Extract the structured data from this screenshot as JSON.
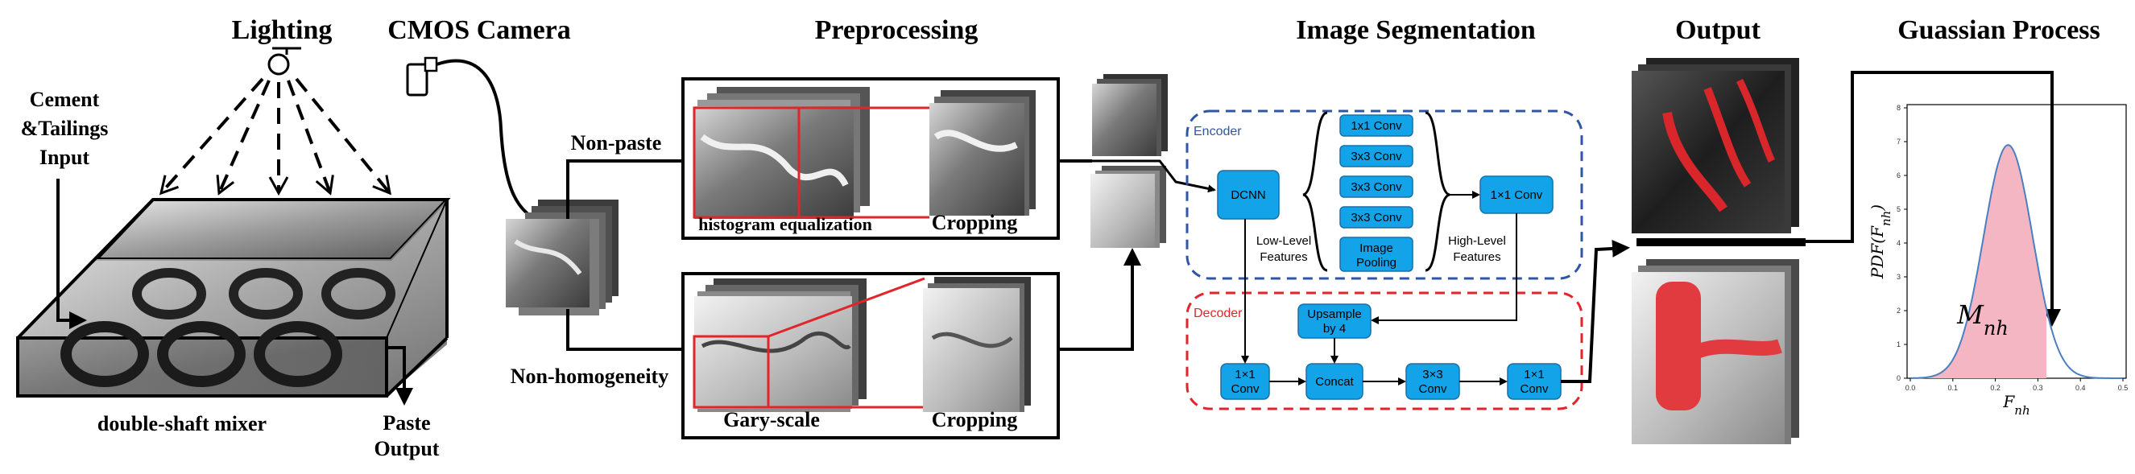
{
  "titles": {
    "lighting": "Lighting",
    "camera": "CMOS Camera",
    "preprocessing": "Preprocessing",
    "segmentation": "Image Segmentation",
    "output": "Output",
    "gp": "Guassian Process"
  },
  "mixer": {
    "input_line1": "Cement",
    "input_line2": "&Tailings",
    "input_line3": "Input",
    "label": "double-shaft mixer",
    "output_line1": "Paste",
    "output_line2": "Output"
  },
  "preprocessing": {
    "branch_top": "Non-paste",
    "branch_bottom": "Non-homogeneity",
    "top_step": "histogram equalization",
    "top_crop": "Cropping",
    "bottom_step": "Gary-scale",
    "bottom_crop": "Cropping"
  },
  "network": {
    "encoder": "Encoder",
    "decoder": "Decoder",
    "dcnn": "DCNN",
    "conv_1x1": "1x1 Conv",
    "conv_3x3_a": "3x3 Conv",
    "conv_3x3_b": "3x3 Conv",
    "conv_3x3_c": "3x3 Conv",
    "pool_line1": "Image",
    "pool_line2": "Pooling",
    "enc_out": "1×1 Conv",
    "low_line1": "Low-Level",
    "low_line2": "Features",
    "high_line1": "High-Level",
    "high_line2": "Features",
    "upsample_line1": "Upsample",
    "upsample_line2": "by 4",
    "dec_conv1_line1": "1×1",
    "dec_conv1_line2": "Conv",
    "concat": "Concat",
    "dec_conv3_line1": "3×3",
    "dec_conv3_line2": "Conv",
    "dec_conv4_line1": "1×1",
    "dec_conv4_line2": "Conv"
  },
  "chart_data": {
    "type": "area",
    "xlabel": "F_nh",
    "ylabel": "PDF(F_nh)",
    "annotation": "M_nh",
    "xlim": [
      0.0,
      0.5
    ],
    "ylim": [
      0,
      8
    ],
    "xticks": [
      "0.0",
      "0.1",
      "0.2",
      "0.3",
      "0.4",
      "0.5"
    ],
    "yticks": [
      "0",
      "1",
      "2",
      "3",
      "4",
      "5",
      "6",
      "7",
      "8"
    ],
    "peak_x": 0.23,
    "peak_y": 6.9,
    "shade_to_x": 0.32,
    "colors": {
      "curve": "#4a7fc1",
      "fill": "#f4b6c2"
    }
  },
  "colors": {
    "node_fill": "#12a3e8",
    "encoder_dash": "#2f55a4",
    "decoder_dash": "#e0262b",
    "crop_red": "#e0262b"
  }
}
